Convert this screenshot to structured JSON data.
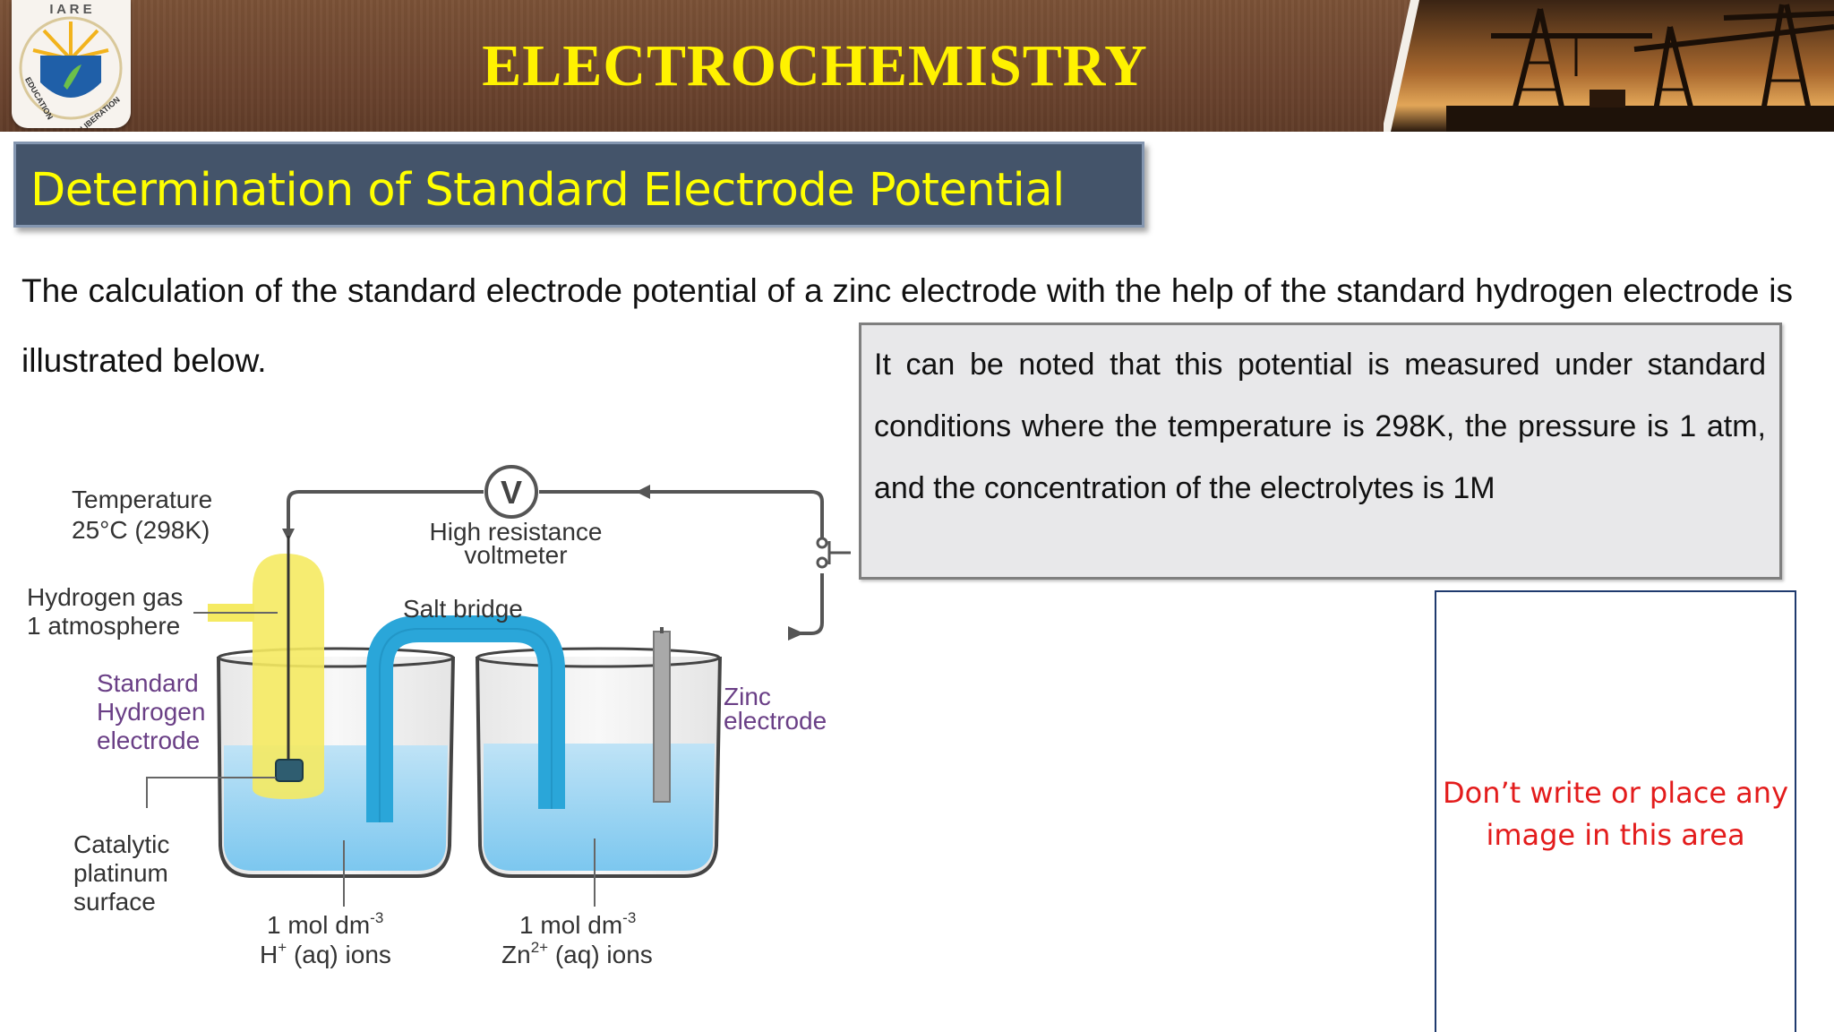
{
  "header": {
    "title": "ELECTROCHEMISTRY",
    "logo": {
      "top_text": "I A R E",
      "motto": "EDUCATION FOR LIBERATION"
    },
    "colors": {
      "band": "#6e4630",
      "title": "#fff200"
    }
  },
  "slide": {
    "subtitle": "Determination of Standard Electrode Potential",
    "intro": "The calculation of the standard electrode potential of a zinc electrode with the help of the standard hydrogen electrode is illustrated below.",
    "note": "It can be noted that this potential is measured under standard conditions where the temperature is 298K, the pressure is 1 atm, and the concentration of the electrolytes is 1M",
    "reserved_area_text": "Don’t write or place any image in this area",
    "colors": {
      "subtitle_bg": "#44546a",
      "subtitle_text": "#ffff00",
      "reserved_text": "#e31c1c"
    }
  },
  "diagram": {
    "temperature_line1": "Temperature",
    "temperature_line2": "25°C (298K)",
    "hydrogen_line1": "Hydrogen gas",
    "hydrogen_line2": "1 atmosphere",
    "she_line1": "Standard",
    "she_line2": "Hydrogen",
    "she_line3": "electrode",
    "catalytic_line1": "Catalytic",
    "catalytic_line2": "platinum",
    "catalytic_line3": "surface",
    "voltmeter_symbol": "V",
    "voltmeter_line1": "High resistance",
    "voltmeter_line2": "voltmeter",
    "salt_bridge": "Salt bridge",
    "zinc_line1": "Zinc",
    "zinc_line2": "electrode",
    "h_conc": "1 mol dm",
    "h_conc_exp": "-3",
    "h_ion": "H",
    "h_ion_charge": "+",
    "h_ion_suffix": " (aq) ions",
    "zn_conc": "1 mol dm",
    "zn_conc_exp": "-3",
    "zn_ion": "Zn",
    "zn_ion_charge": "2+",
    "zn_ion_suffix": " (aq) ions"
  }
}
